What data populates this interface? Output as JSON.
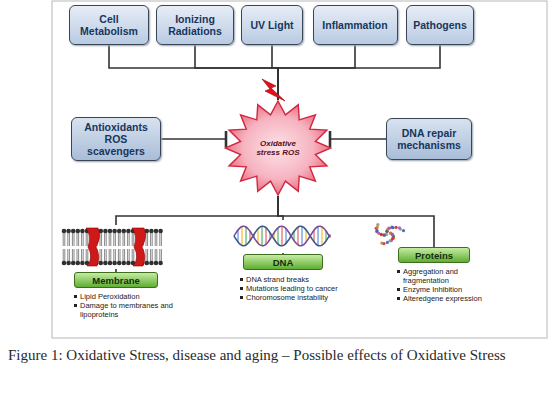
{
  "diagram": {
    "caption": "Figure 1: Oxidative Stress, disease and aging – Possible effects of Oxidative Stress",
    "nodes": [
      {
        "text": [
          "Cell Metabolism"
        ]
      },
      {
        "text": [
          "Ionizing Radiations"
        ]
      },
      {
        "text": [
          "UV Light"
        ]
      },
      {
        "text": [
          "Inflammation"
        ]
      },
      {
        "text": [
          "Pathogens"
        ]
      },
      {
        "text": [
          "Antioxidants ROS scavengers"
        ]
      },
      {
        "text": [
          "Oxidative stress ROS"
        ]
      },
      {
        "text": [
          "DNA repair mechanisms"
        ]
      },
      {
        "text": [
          "Membrane"
        ]
      },
      {
        "text": [
          "DNA"
        ]
      },
      {
        "text": [
          "Proteins"
        ]
      }
    ],
    "edges": [
      {
        "from": 0,
        "to": 6,
        "arrow": "none"
      },
      {
        "from": 1,
        "to": 6,
        "arrow": "none"
      },
      {
        "from": 2,
        "to": 6,
        "arrow": "none"
      },
      {
        "from": 3,
        "to": 6,
        "arrow": "none"
      },
      {
        "from": 4,
        "to": 6,
        "arrow": "none"
      },
      {
        "from": 5,
        "to": 6,
        "arrow": "to"
      },
      {
        "from": 7,
        "to": 6,
        "arrow": "to"
      },
      {
        "from": 6,
        "to": 8,
        "arrow": "none"
      },
      {
        "from": 6,
        "to": 9,
        "arrow": "none"
      },
      {
        "from": 6,
        "to": 10,
        "arrow": "none"
      }
    ],
    "labels": [
      "Lipid Peroxidation",
      "Damage to membranes and lipoproteins",
      "DNA strand breaks",
      "Mutations leading to cancer",
      "Choromosome instability",
      "Aggregation and fragmentation",
      "Enzyme Inhibition",
      "Alteredgene expression"
    ]
  }
}
